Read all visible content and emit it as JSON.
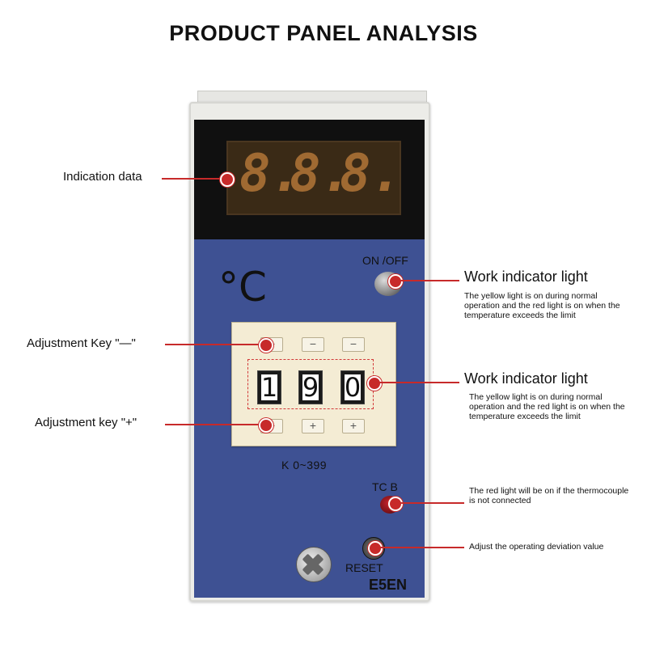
{
  "title": "PRODUCT PANEL ANALYSIS",
  "device": {
    "display_digits": [
      "8.",
      "8.",
      "8."
    ],
    "unit": "°C",
    "onoff_label": "ON /OFF",
    "wheel_digits": [
      "1",
      "9",
      "0"
    ],
    "minus_key": "−",
    "plus_key": "+",
    "range_label": "K  0~399",
    "tcb_label": "TC  B",
    "reset_label": "RESET",
    "model": "E5EN"
  },
  "callouts": {
    "indication_data": "Indication data",
    "adjust_minus": "Adjustment Key \"—\"",
    "adjust_plus": "Adjustment key \"+\"",
    "work_light_1": {
      "title": "Work indicator light",
      "desc": "The yellow light is on during normal operation and the red light is on when the temperature exceeds the limit"
    },
    "work_light_2": {
      "title": "Work indicator light",
      "desc": "The yellow light is on during normal operation and the red light is on when the temperature exceeds the limit"
    },
    "thermocouple": "The red light will be on if the thermocouple is not connected",
    "deviation": "Adjust the operating deviation value"
  },
  "colors": {
    "accent_red": "#c72a2a",
    "panel_blue": "#3e5193",
    "segment_amber": "#a06a32"
  }
}
